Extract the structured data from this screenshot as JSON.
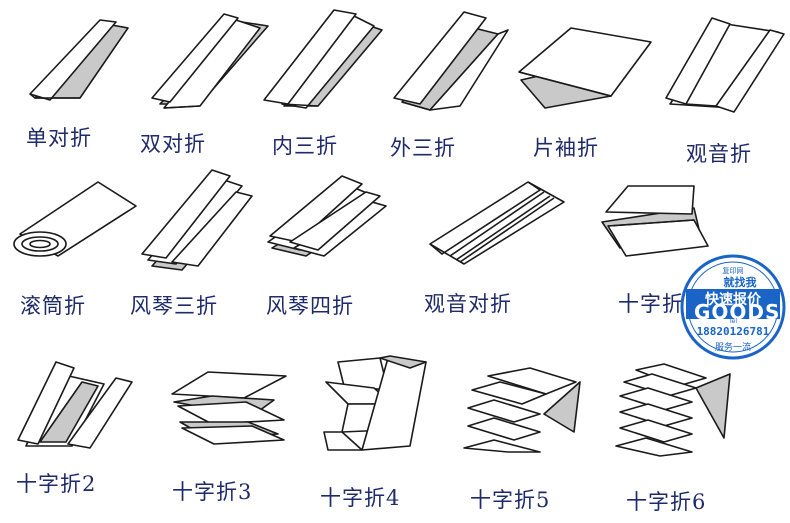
{
  "folds": [
    {
      "id": "single-fold",
      "label": "单对折"
    },
    {
      "id": "double-parallel-fold",
      "label": "双对折"
    },
    {
      "id": "letter-fold",
      "label": "内三折"
    },
    {
      "id": "z-fold",
      "label": "外三折"
    },
    {
      "id": "sleeve-fold",
      "label": "片袖折"
    },
    {
      "id": "gate-fold",
      "label": "观音折"
    },
    {
      "id": "roll-fold",
      "label": "滚筒折"
    },
    {
      "id": "accordion-three-fold",
      "label": "风琴三折"
    },
    {
      "id": "accordion-four-fold",
      "label": "风琴四折"
    },
    {
      "id": "double-gate-fold",
      "label": "观音对折"
    },
    {
      "id": "cross-fold-1",
      "label": "十字折1"
    },
    {
      "id": "cross-fold-2",
      "label": "十字折2"
    },
    {
      "id": "cross-fold-3",
      "label": "十字折3"
    },
    {
      "id": "cross-fold-4",
      "label": "十字折4"
    },
    {
      "id": "cross-fold-5",
      "label": "十字折5"
    },
    {
      "id": "cross-fold-6",
      "label": "十字折6"
    }
  ],
  "badge": {
    "top_text": "复印网",
    "slogan1": "就找我",
    "slogan2": "快速报价",
    "brand": "GOODS",
    "tel_label": "Tel",
    "phone": "18820126781",
    "service": "服务一流"
  },
  "colors": {
    "label": "#1f2a6b",
    "badge_blue": "#1a64c8",
    "paper_shade": "#c9c9c9"
  }
}
